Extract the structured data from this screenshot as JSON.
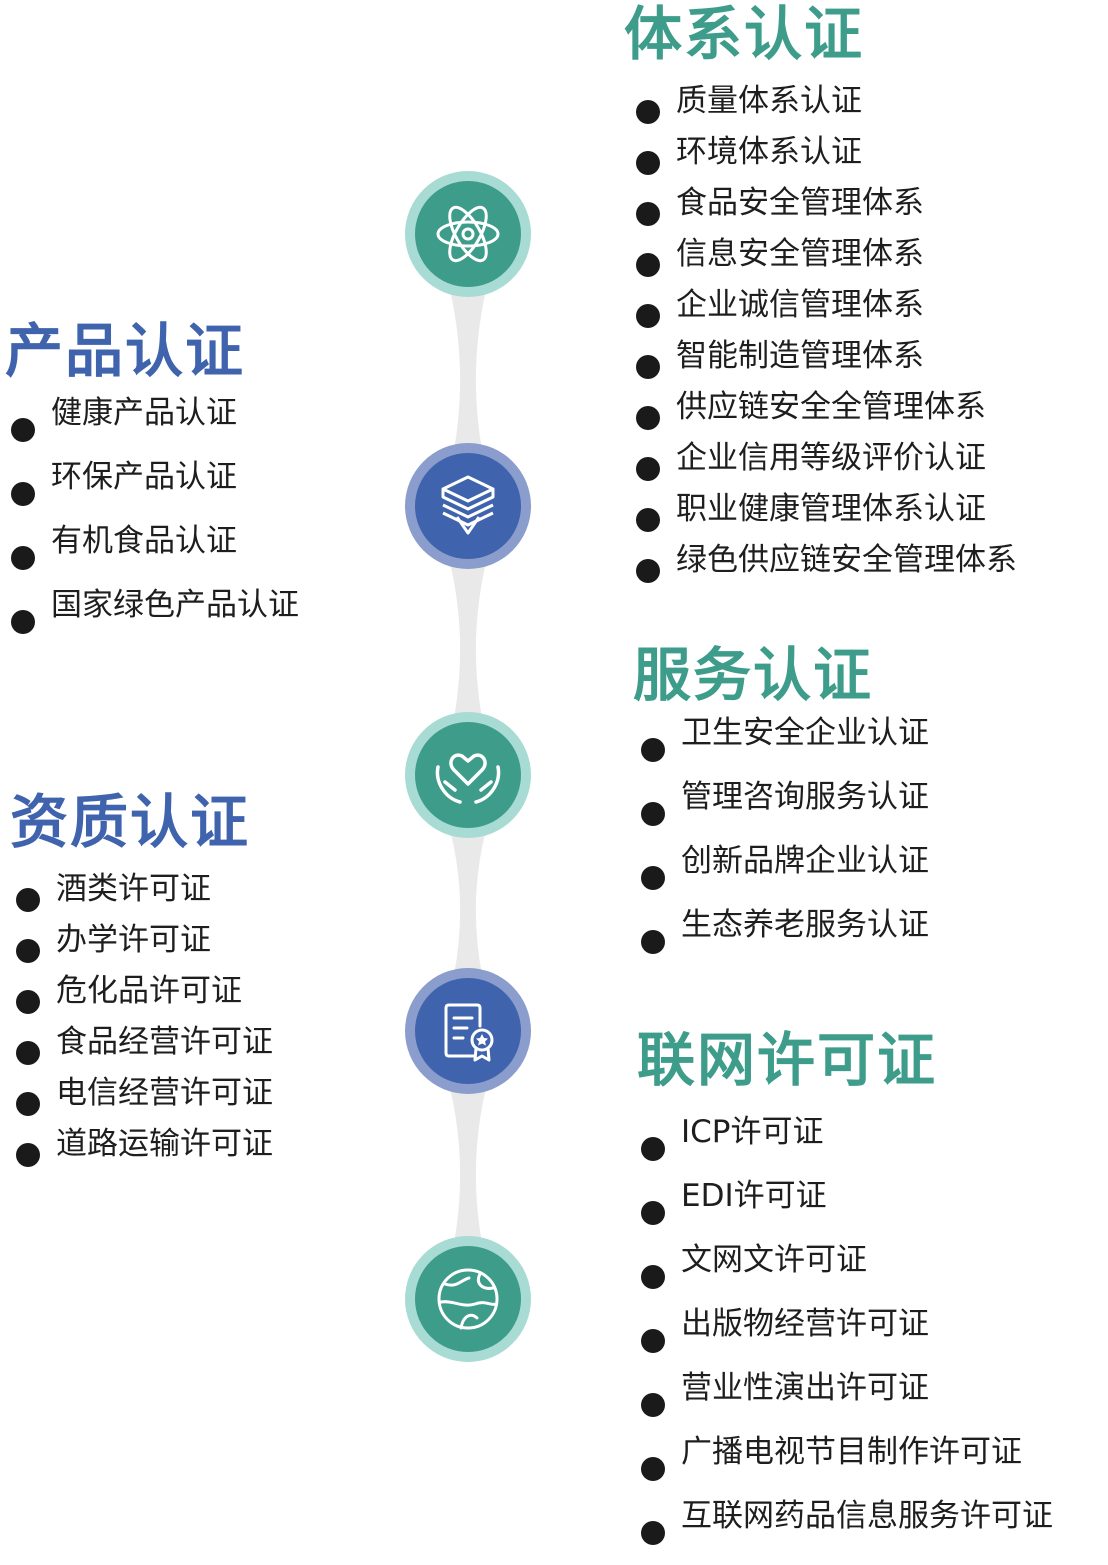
{
  "colors": {
    "teal": "#3d9c8a",
    "teal_ring": "#a8dbd3",
    "blue": "#3f63ad",
    "blue_ring": "#8a9dcc",
    "connector": "#e9e9e9"
  },
  "nodes": [
    {
      "icon": "atom-icon",
      "theme": "teal"
    },
    {
      "icon": "layers-box-icon",
      "theme": "blue"
    },
    {
      "icon": "hand-heart-icon",
      "theme": "teal"
    },
    {
      "icon": "certificate-icon",
      "theme": "blue"
    },
    {
      "icon": "globe-icon",
      "theme": "teal"
    }
  ],
  "system": {
    "title": "体系认证",
    "items": [
      "质量体系认证",
      "环境体系认证",
      "食品安全管理体系",
      "信息安全管理体系",
      "企业诚信管理体系",
      "智能制造管理体系",
      "供应链安全全管理体系",
      "企业信用等级评价认证",
      "职业健康管理体系认证",
      "绿色供应链安全管理体系"
    ]
  },
  "product": {
    "title": "产品认证",
    "items": [
      "健康产品认证",
      "环保产品认证",
      "有机食品认证",
      "国家绿色产品认证"
    ]
  },
  "service": {
    "title": "服务认证",
    "items": [
      "卫生安全企业认证",
      "管理咨询服务认证",
      "创新品牌企业认证",
      "生态养老服务认证"
    ]
  },
  "qualification": {
    "title": "资质认证",
    "items": [
      "酒类许可证",
      "办学许可证",
      "危化品许可证",
      "食品经营许可证",
      "电信经营许可证",
      "道路运输许可证"
    ]
  },
  "internet": {
    "title": "联网许可证",
    "items": [
      "ICP许可证",
      "EDI许可证",
      "文网文许可证",
      "出版物经营许可证",
      "营业性演出许可证",
      "广播电视节目制作许可证",
      "互联网药品信息服务许可证"
    ]
  }
}
